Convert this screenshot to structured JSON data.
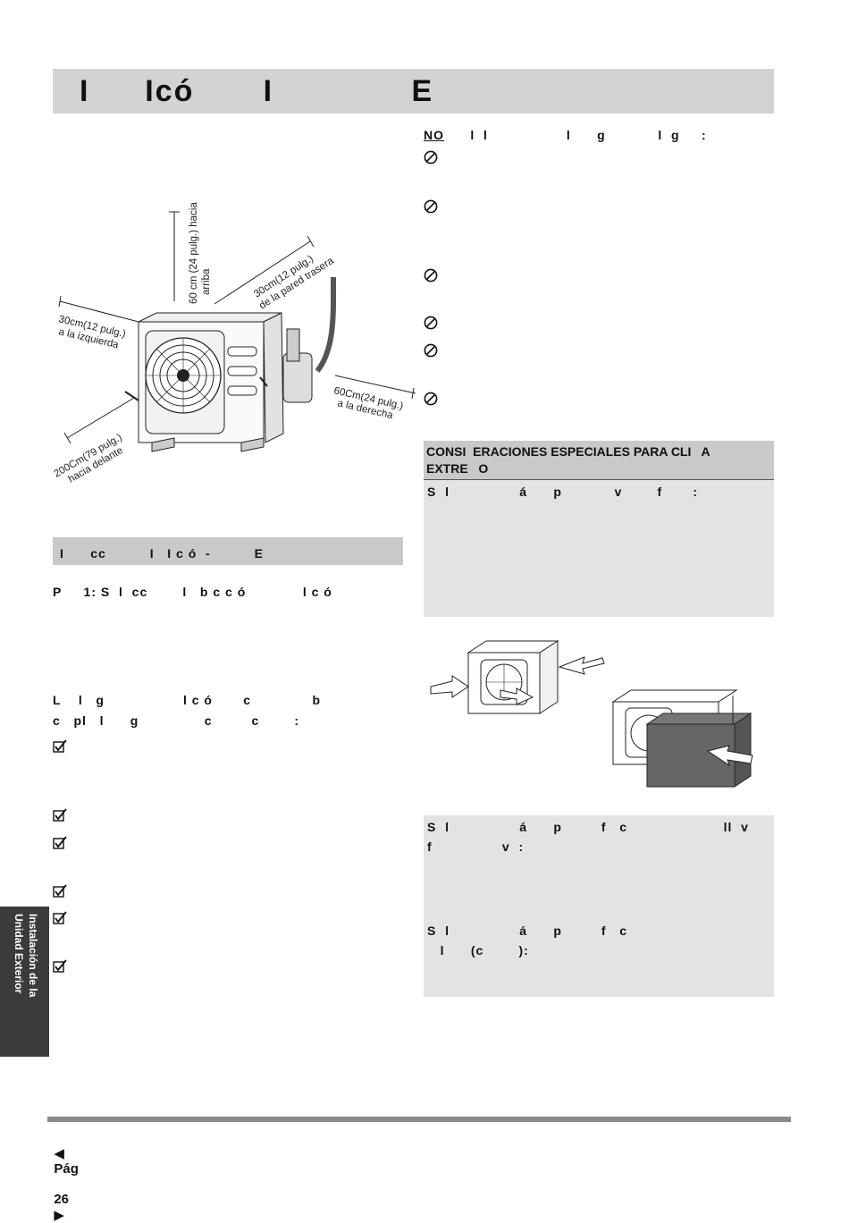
{
  "header": {
    "title": "I    Icó     I          E"
  },
  "left": {
    "diagram_labels": {
      "top": "60 cm (24 pulg.) hacia",
      "top2": "arriba",
      "back": "30cm(12 pulg.)",
      "back2": "de la pared trasera",
      "left": "30cm(12 pulg.)",
      "left2": "a la izquierda",
      "right": "60Cm(24 pulg.)",
      "right2": "a la derecha",
      "front": "200Cm(79 pulg.)",
      "front2": "hacia delante"
    },
    "section_bar": "I      cc          I   I c ó  -          E",
    "step1": "P     1: S  l  cc        l   b c c ó             l c ó",
    "criteria_line1": "L    l   g                  l c ó       c              b",
    "criteria_line2": "c   pl   l      g               c         c        :"
  },
  "right": {
    "no_head_underlined": "NO",
    "no_head_rest": "      l  l                  l      g            l  g     :",
    "special_title_1": "CONSI  ERACIONES ESPECIALES PARA CLI   A",
    "special_title_2": "EXTRE   O",
    "box1_text": "S  l                á      p            v        f       :",
    "box2_line1": "S  l                á      p         f   c                      ll  v",
    "box2_line2": "f                v  :",
    "box2_line3": "S  l                á      p         f   c",
    "box2_line4": "   l      (c        ):"
  },
  "side_tab": {
    "line1": "Instalación de la",
    "line2": "Unidad Exterior"
  },
  "footer": {
    "page_label": "Pág",
    "page_number": "26"
  }
}
